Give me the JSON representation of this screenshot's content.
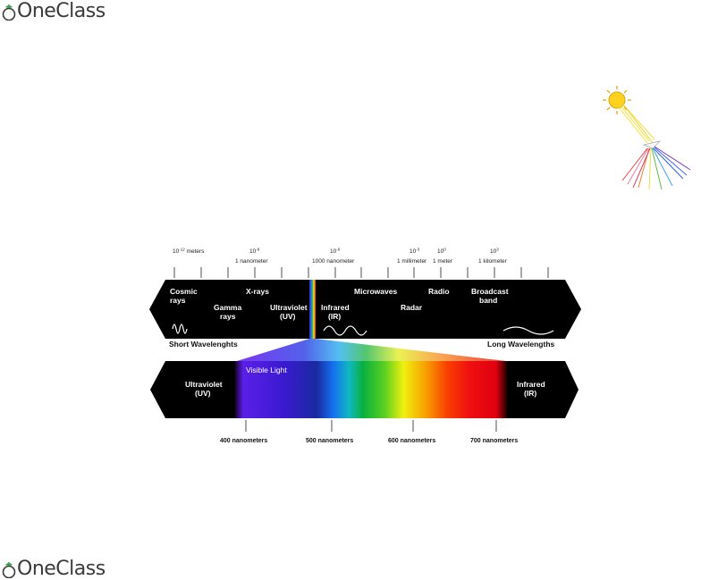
{
  "header": {
    "brand": "OneClass"
  },
  "footer": {
    "brand": "OneClass"
  },
  "spectrum": {
    "scale_labels": [
      {
        "power": "10",
        "exp": "-12",
        "unit": " meters",
        "sub": ""
      },
      {
        "power": "10",
        "exp": "-9",
        "unit": "",
        "sub": "1 nanometer"
      },
      {
        "power": "10",
        "exp": "-6",
        "unit": "",
        "sub": "1000 nanometer"
      },
      {
        "power": "10",
        "exp": "-3",
        "unit": "",
        "sub": "1 millimeter"
      },
      {
        "power": "10",
        "exp": "0",
        "unit": "",
        "sub": "1 meter"
      },
      {
        "power": "10",
        "exp": "3",
        "unit": "",
        "sub": "1 kilometer"
      }
    ],
    "bands": {
      "cosmic": [
        "Cosmic",
        "rays"
      ],
      "gamma": [
        "Gamma",
        "rays"
      ],
      "xrays": "X-rays",
      "uv": [
        "Ultraviolet",
        "(UV)"
      ],
      "infrared": [
        "Infrared",
        "(IR)"
      ],
      "microwaves": "Microwaves",
      "radar": "Radar",
      "radio": "Radio",
      "broadcast": [
        "Broadcast",
        "band"
      ]
    },
    "short_label": "Short Wavelenghts",
    "long_label": "Long Wavelengths"
  },
  "visible": {
    "uv": [
      "Ultraviolet",
      "(UV)"
    ],
    "visible_label": "Visible Light",
    "ir": [
      "Infrared",
      "(IR)"
    ],
    "ticks": [
      "400 nanometers",
      "500 nanometers",
      "600 nanometers",
      "700 nanometers"
    ]
  },
  "colors": {
    "band_bg": "#000000",
    "text": "#ffffff",
    "uv_violet": "#6a1ff0"
  }
}
